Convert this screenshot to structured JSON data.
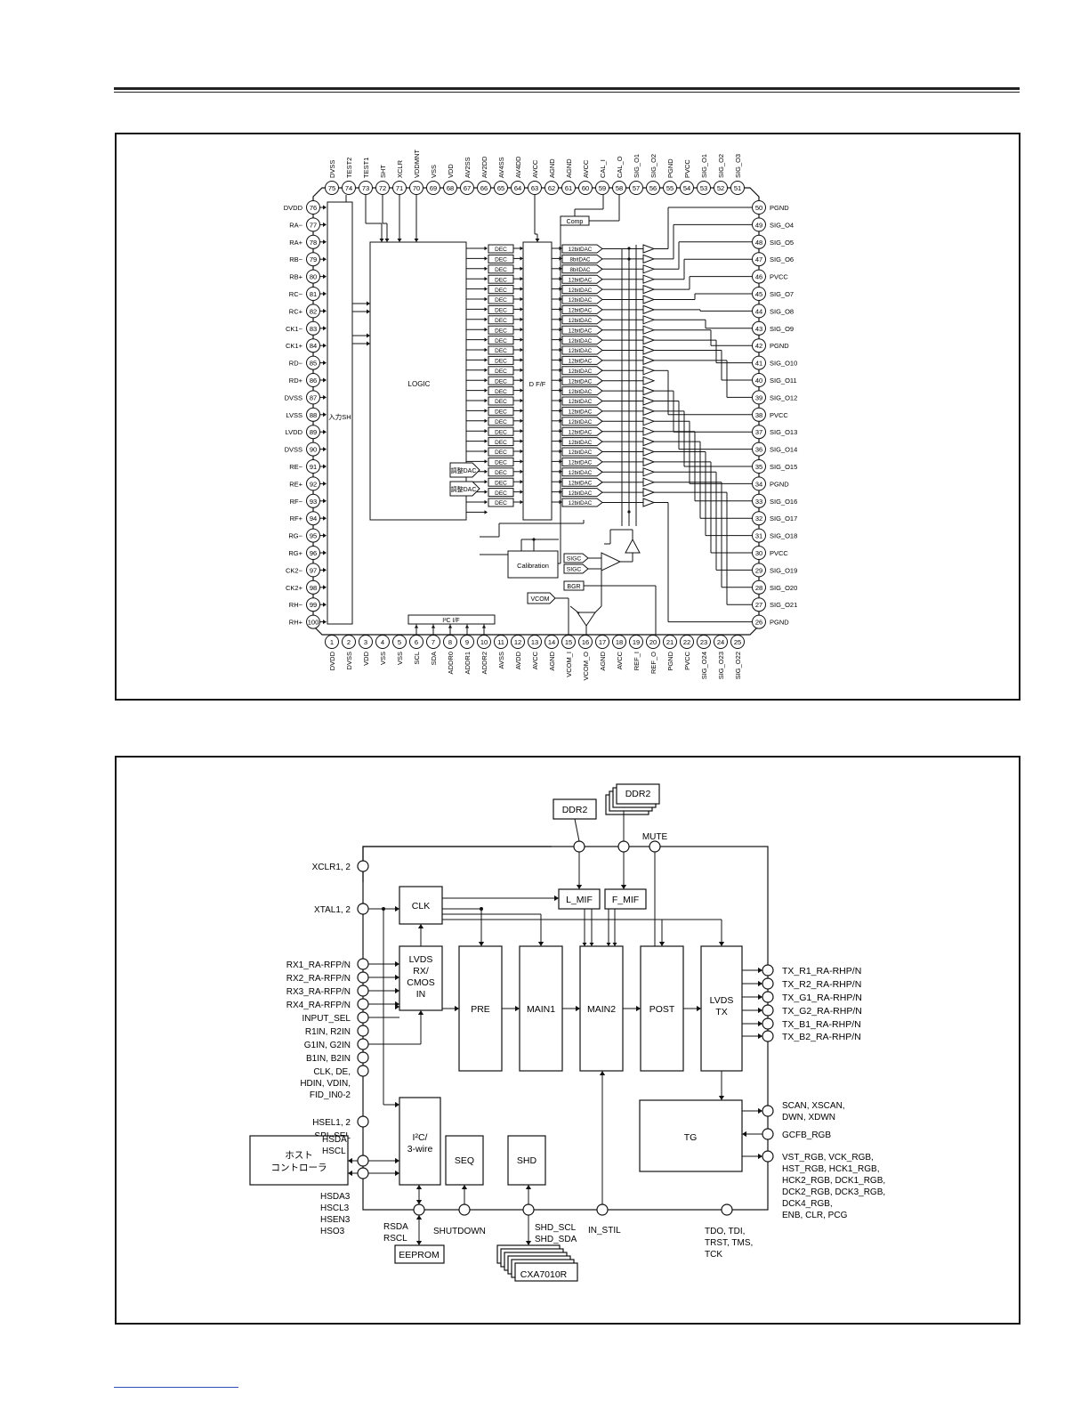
{
  "diagram1": {
    "left_pins": [
      {
        "n": "76",
        "l": "DV<sub>DD</sub>",
        "t": "DVDD"
      },
      {
        "n": "77",
        "t": "RA−"
      },
      {
        "n": "78",
        "t": "RA+"
      },
      {
        "n": "79",
        "t": "RB−"
      },
      {
        "n": "80",
        "t": "RB+"
      },
      {
        "n": "81",
        "t": "RC−"
      },
      {
        "n": "82",
        "t": "RC+"
      },
      {
        "n": "83",
        "t": "CK1−"
      },
      {
        "n": "84",
        "t": "CK1+"
      },
      {
        "n": "85",
        "t": "RD−"
      },
      {
        "n": "86",
        "t": "RD+"
      },
      {
        "n": "87",
        "t": "DVSS"
      },
      {
        "n": "88",
        "t": "LVSS"
      },
      {
        "n": "89",
        "t": "LVDD"
      },
      {
        "n": "90",
        "t": "DVSS"
      },
      {
        "n": "91",
        "t": "RE−"
      },
      {
        "n": "92",
        "t": "RE+"
      },
      {
        "n": "93",
        "t": "RF−"
      },
      {
        "n": "94",
        "t": "RF+"
      },
      {
        "n": "95",
        "t": "RG−"
      },
      {
        "n": "96",
        "t": "RG+"
      },
      {
        "n": "97",
        "t": "CK2−"
      },
      {
        "n": "98",
        "t": "CK2+"
      },
      {
        "n": "99",
        "t": "RH−"
      },
      {
        "n": "100",
        "t": "RH+"
      }
    ],
    "top_pins": [
      {
        "n": "75",
        "t": "DVSS"
      },
      {
        "n": "74",
        "t": "TEST2"
      },
      {
        "n": "73",
        "t": "TEST1"
      },
      {
        "n": "72",
        "t": "SHT"
      },
      {
        "n": "71",
        "t": "XCLR"
      },
      {
        "n": "70",
        "t": "VDDMNT"
      },
      {
        "n": "69",
        "t": "VSS"
      },
      {
        "n": "68",
        "t": "VDD"
      },
      {
        "n": "67",
        "t": "AV2SS"
      },
      {
        "n": "66",
        "t": "AV2DD"
      },
      {
        "n": "65",
        "t": "AV4SS"
      },
      {
        "n": "64",
        "t": "AV4DD"
      },
      {
        "n": "63",
        "t": "AVCC"
      },
      {
        "n": "62",
        "t": "AGND"
      },
      {
        "n": "61",
        "t": "AGND"
      },
      {
        "n": "60",
        "t": "AVCC"
      },
      {
        "n": "59",
        "t": "CAL_I"
      },
      {
        "n": "58",
        "t": "CAL_O"
      },
      {
        "n": "57",
        "t": "SIG_O1"
      },
      {
        "n": "56",
        "t": "SIG_O2"
      },
      {
        "n": "55",
        "t": "PGND"
      },
      {
        "n": "54",
        "t": "PVCC"
      },
      {
        "n": "53",
        "t": "SIG_O1"
      },
      {
        "n": "52",
        "t": "SIG_O2"
      },
      {
        "n": "51",
        "t": "SIG_O3"
      }
    ],
    "right_pins": [
      {
        "n": "50",
        "t": "PGND"
      },
      {
        "n": "49",
        "t": "SIG_O4"
      },
      {
        "n": "48",
        "t": "SIG_O5"
      },
      {
        "n": "47",
        "t": "SIG_O6"
      },
      {
        "n": "46",
        "t": "PVCC"
      },
      {
        "n": "45",
        "t": "SIG_O7"
      },
      {
        "n": "44",
        "t": "SIG_O8"
      },
      {
        "n": "43",
        "t": "SIG_O9"
      },
      {
        "n": "42",
        "t": "PGND"
      },
      {
        "n": "41",
        "t": "SIG_O10"
      },
      {
        "n": "40",
        "t": "SIG_O11"
      },
      {
        "n": "39",
        "t": "SIG_O12"
      },
      {
        "n": "38",
        "t": "PVCC"
      },
      {
        "n": "37",
        "t": "SIG_O13"
      },
      {
        "n": "36",
        "t": "SIG_O14"
      },
      {
        "n": "35",
        "t": "SIG_O15"
      },
      {
        "n": "34",
        "t": "PGND"
      },
      {
        "n": "33",
        "t": "SIG_O16"
      },
      {
        "n": "32",
        "t": "SIG_O17"
      },
      {
        "n": "31",
        "t": "SIG_O18"
      },
      {
        "n": "30",
        "t": "PVCC"
      },
      {
        "n": "29",
        "t": "SIG_O19"
      },
      {
        "n": "28",
        "t": "SIG_O20"
      },
      {
        "n": "27",
        "t": "SIG_O21"
      },
      {
        "n": "26",
        "t": "PGND"
      }
    ],
    "bottom_pins": [
      {
        "n": "1",
        "t": "DVDD"
      },
      {
        "n": "2",
        "t": "DVSS"
      },
      {
        "n": "3",
        "t": "VDD"
      },
      {
        "n": "4",
        "t": "VSS"
      },
      {
        "n": "5",
        "t": "VSS"
      },
      {
        "n": "6",
        "t": "SCL"
      },
      {
        "n": "7",
        "t": "SDA"
      },
      {
        "n": "8",
        "t": "ADDR0"
      },
      {
        "n": "9",
        "t": "ADDR1"
      },
      {
        "n": "10",
        "t": "ADDR2"
      },
      {
        "n": "11",
        "t": "AVSS"
      },
      {
        "n": "12",
        "t": "AVDD"
      },
      {
        "n": "13",
        "t": "AVCC"
      },
      {
        "n": "14",
        "t": "AGND"
      },
      {
        "n": "15",
        "t": "VCOM_I"
      },
      {
        "n": "16",
        "t": "VCOM_O"
      },
      {
        "n": "17",
        "t": "AGND"
      },
      {
        "n": "18",
        "t": "AVCC"
      },
      {
        "n": "19",
        "t": "REF_I"
      },
      {
        "n": "20",
        "t": "REF_O"
      },
      {
        "n": "21",
        "t": "PGND"
      },
      {
        "n": "22",
        "t": "PVCC"
      },
      {
        "n": "23",
        "t": "SIG_O24"
      },
      {
        "n": "24",
        "t": "SIG_O23"
      },
      {
        "n": "25",
        "t": "SIG_O22"
      }
    ],
    "blocks": {
      "input_sh": "入力SH",
      "logic": "LOGIC",
      "dff": "D F/F",
      "dec": "DEC",
      "comp": "Comp",
      "calibration": "Calibration",
      "adj_dac": "調整DAC",
      "sigc": "SIGC",
      "bgr": "BGR",
      "vcom": "VCOM",
      "i2c": "I²C I/F"
    },
    "dac_labels": [
      "12bitDAC",
      "8bitDAC",
      "8bitDAC",
      "12bitDAC",
      "12bitDAC",
      "12bitDAC",
      "12bitDAC",
      "12bitDAC",
      "12bitDAC",
      "12bitDAC",
      "12bitDAC",
      "12bitDAC",
      "12bitDAC",
      "12bitDAC",
      "12bitDAC",
      "12bitDAC",
      "12bitDAC",
      "12bitDAC",
      "12bitDAC",
      "12bitDAC",
      "12bitDAC",
      "12bitDAC",
      "12bitDAC",
      "12bitDAC",
      "12bitDAC",
      "12bitDAC",
      "12bitDAC"
    ]
  },
  "diagram2": {
    "left_labels": [
      "XCLR1, 2",
      "XTAL1, 2",
      "RX1_RA-RFP/N",
      "RX2_RA-RFP/N",
      "RX3_RA-RFP/N",
      "RX4_RA-RFP/N",
      "INPUT_SEL",
      "R1IN, R2IN",
      "G1IN, G2IN",
      "B1IN, B2IN",
      "CLK, DE,",
      "HDIN, VDIN,",
      "FID_IN0-2",
      "HSEL1, 2",
      "SPI_SEL"
    ],
    "host": [
      "ホスト",
      "コントローラ"
    ],
    "host_top_labels": [
      "HSDA",
      "HSCL"
    ],
    "host_bottom_labels": [
      "HSDA3",
      "HSCL3",
      "HSEN3",
      "HSO3"
    ],
    "right_tx": [
      "TX_R1_RA-RHP/N",
      "TX_R2_RA-RHP/N",
      "TX_G1_RA-RHP/N",
      "TX_G2_RA-RHP/N",
      "TX_B1_RA-RHP/N",
      "TX_B2_RA-RHP/N"
    ],
    "right_tg1": [
      "SCAN, XSCAN,",
      "DWN, XDWN"
    ],
    "right_tg2": "GCFB_RGB",
    "right_tg3": [
      "VST_RGB, VCK_RGB,",
      "HST_RGB, HCK1_RGB,",
      "HCK2_RGB, DCK1_RGB,",
      "DCK2_RGB, DCK3_RGB,",
      "DCK4_RGB,",
      "ENB, CLR, PCG"
    ],
    "blocks": {
      "clk": "CLK",
      "lvds_rx": [
        "LVDS",
        "RX/",
        "CMOS",
        "IN"
      ],
      "pre": "PRE",
      "main1": "MAIN1",
      "main2": "MAIN2",
      "post": "POST",
      "lvds_tx": [
        "LVDS",
        "TX"
      ],
      "tg": "TG",
      "i2c": [
        "I²C/",
        "3-wire"
      ],
      "seq": "SEQ",
      "shd": "SHD",
      "l_mif": "L_MIF",
      "f_mif": "F_MIF",
      "ddr2a": "DDR2",
      "ddr2b": "DDR2",
      "mute": "MUTE",
      "eeprom": "EEPROM",
      "cxa": "CXA7010R"
    },
    "bottom_labels": {
      "rsda": [
        "RSDA",
        "RSCL"
      ],
      "shutdown": "SHUTDOWN",
      "shd_bus": [
        "SHD_SCL",
        "SHD_SDA"
      ],
      "in_stil": "IN_STIL",
      "jtag": [
        "TDO, TDI,",
        "TRST, TMS,",
        "TCK"
      ]
    }
  }
}
